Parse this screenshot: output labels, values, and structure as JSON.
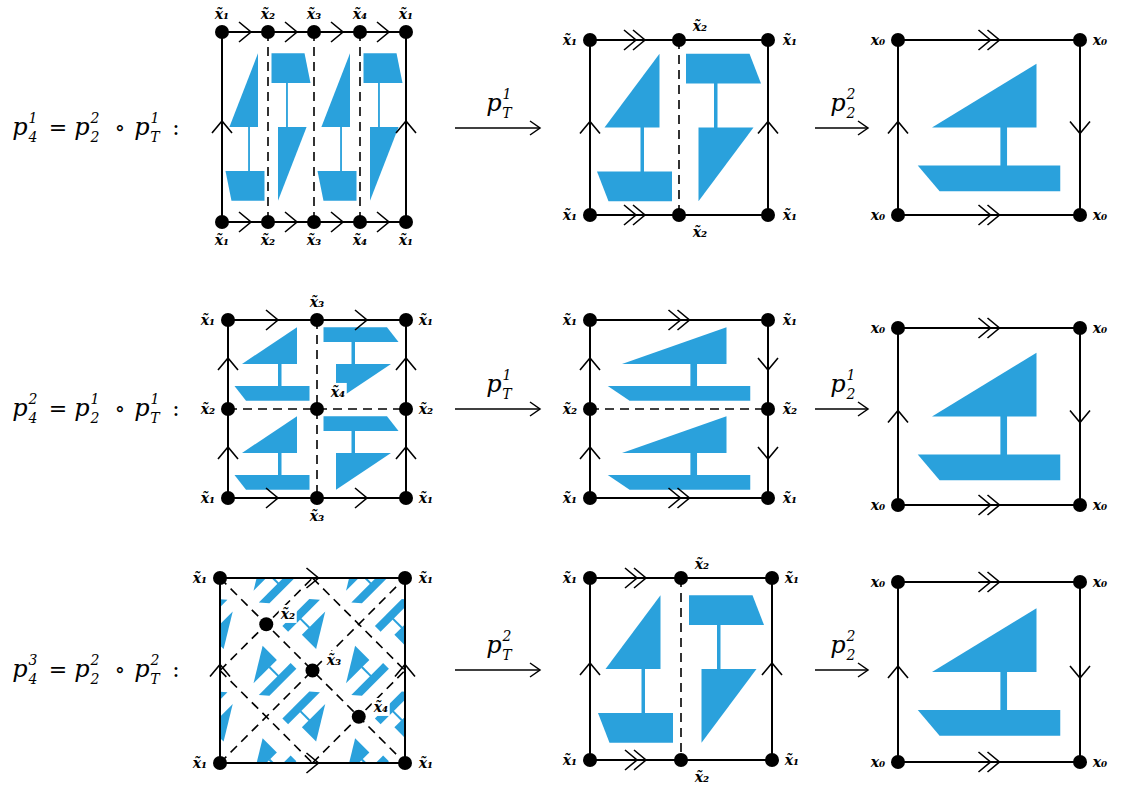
{
  "diagram": {
    "labels": [
      "p",
      "1",
      "4",
      "=",
      "p",
      "2",
      "2",
      "∘",
      "p",
      "1",
      "T",
      ":",
      "x̃₁",
      "x̃₂",
      "x̃₃",
      "x̃₄",
      "x̃₁",
      "x̃₁",
      "x̃₂",
      "x̃₃",
      "x̃₄",
      "x̃₁",
      "p",
      "1",
      "T",
      "x̃₁",
      "x̃₂",
      "x̃₁",
      "x̃₁",
      "x̃₂",
      "x̃₁",
      "p",
      "2",
      "2",
      "x₀",
      "x₀",
      "x₀",
      "x₀",
      "p",
      "2",
      "4",
      "=",
      "p",
      "1",
      "2",
      "∘",
      "p",
      "1",
      "T",
      ":",
      "x̃₁",
      "x̃₃",
      "x̃₁",
      "x̃₂",
      "x̃₄",
      "x̃₂",
      "x̃₁",
      "x̃₃",
      "x̃₁",
      "p",
      "1",
      "T",
      "x̃₁",
      "x̃₁",
      "x̃₂",
      "x̃₂",
      "x̃₁",
      "x̃₁",
      "p",
      "1",
      "2",
      "x₀",
      "x₀",
      "x₀",
      "x₀",
      "p",
      "3",
      "4",
      "=",
      "p",
      "2",
      "2",
      "∘",
      "p",
      "2",
      "T",
      ":",
      "x̃₁",
      "x̃₁",
      "x̃₂",
      "x̃₃",
      "x̃₄",
      "x̃₁",
      "x̃₁",
      "p",
      "2",
      "T",
      "x̃₁",
      "x̃₂",
      "x̃₁",
      "x̃₁",
      "x̃₂",
      "x̃₁",
      "p",
      "2",
      "2",
      "x₀",
      "x₀",
      "x₀",
      "x₀"
    ]
  }
}
